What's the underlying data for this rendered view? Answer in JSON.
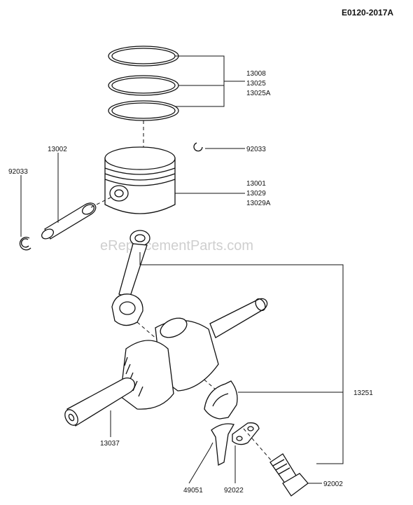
{
  "diagram_ref": "E0120-2017A",
  "watermark": "eReplacementParts.com",
  "parts": {
    "rings_a": "13008",
    "rings_b": "13025",
    "rings_c": "13025A",
    "pin": "13002",
    "circlip_left": "92033",
    "circlip_right": "92033",
    "piston_a": "13001",
    "piston_b": "13029",
    "piston_c": "13029A",
    "conrod": "13251",
    "crankshaft": "13037",
    "dipper": "49051",
    "lock_plate": "92022",
    "bolt": "92002"
  }
}
